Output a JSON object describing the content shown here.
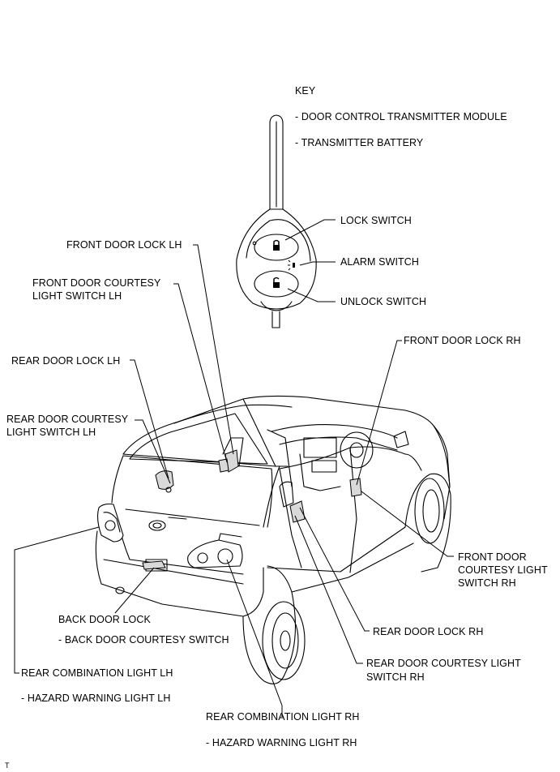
{
  "labels": {
    "key": "KEY",
    "key_module": "- DOOR CONTROL TRANSMITTER MODULE",
    "key_battery": "- TRANSMITTER BATTERY",
    "lock_switch": "LOCK SWITCH",
    "alarm_switch": "ALARM SWITCH",
    "unlock_switch": "UNLOCK SWITCH",
    "front_door_lock_lh": "FRONT DOOR LOCK LH",
    "front_door_courtesy_lh_1": "FRONT DOOR COURTESY",
    "front_door_courtesy_lh_2": "LIGHT SWITCH LH",
    "rear_door_lock_lh": "REAR DOOR LOCK LH",
    "rear_door_courtesy_lh_1": "REAR DOOR COURTESY",
    "rear_door_courtesy_lh_2": "LIGHT SWITCH LH",
    "front_door_lock_rh": "FRONT DOOR LOCK RH",
    "front_door_courtesy_rh_1": "FRONT DOOR",
    "front_door_courtesy_rh_2": "COURTESY LIGHT",
    "front_door_courtesy_rh_3": "SWITCH RH",
    "back_door_lock": "BACK DOOR LOCK",
    "back_door_courtesy": "- BACK DOOR COURTESY SWITCH",
    "rear_door_lock_rh": "REAR DOOR LOCK RH",
    "rear_door_courtesy_rh_1": "REAR DOOR COURTESY LIGHT",
    "rear_door_courtesy_rh_2": "SWITCH RH",
    "rear_combination_lh": "REAR COMBINATION LIGHT LH",
    "hazard_lh": "- HAZARD WARNING LIGHT LH",
    "rear_combination_rh": "REAR COMBINATION LIGHT RH",
    "hazard_rh": "- HAZARD WARNING LIGHT RH",
    "corner_mark": "T"
  }
}
